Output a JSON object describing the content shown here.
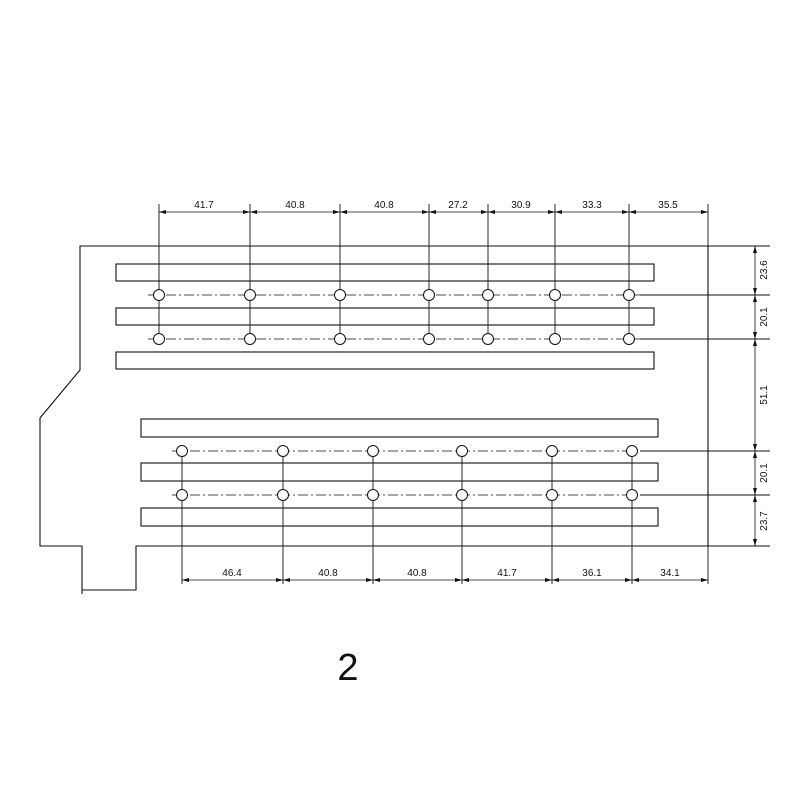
{
  "figure_label": "2",
  "dimensions": {
    "top": [
      "41.7",
      "40.8",
      "40.8",
      "27.2",
      "30.9",
      "33.3",
      "35.5"
    ],
    "bottom": [
      "46.4",
      "40.8",
      "40.8",
      "41.7",
      "36.1",
      "34.1"
    ],
    "right": [
      "23.6",
      "20.1",
      "51.1",
      "20.1",
      "23.7"
    ]
  }
}
